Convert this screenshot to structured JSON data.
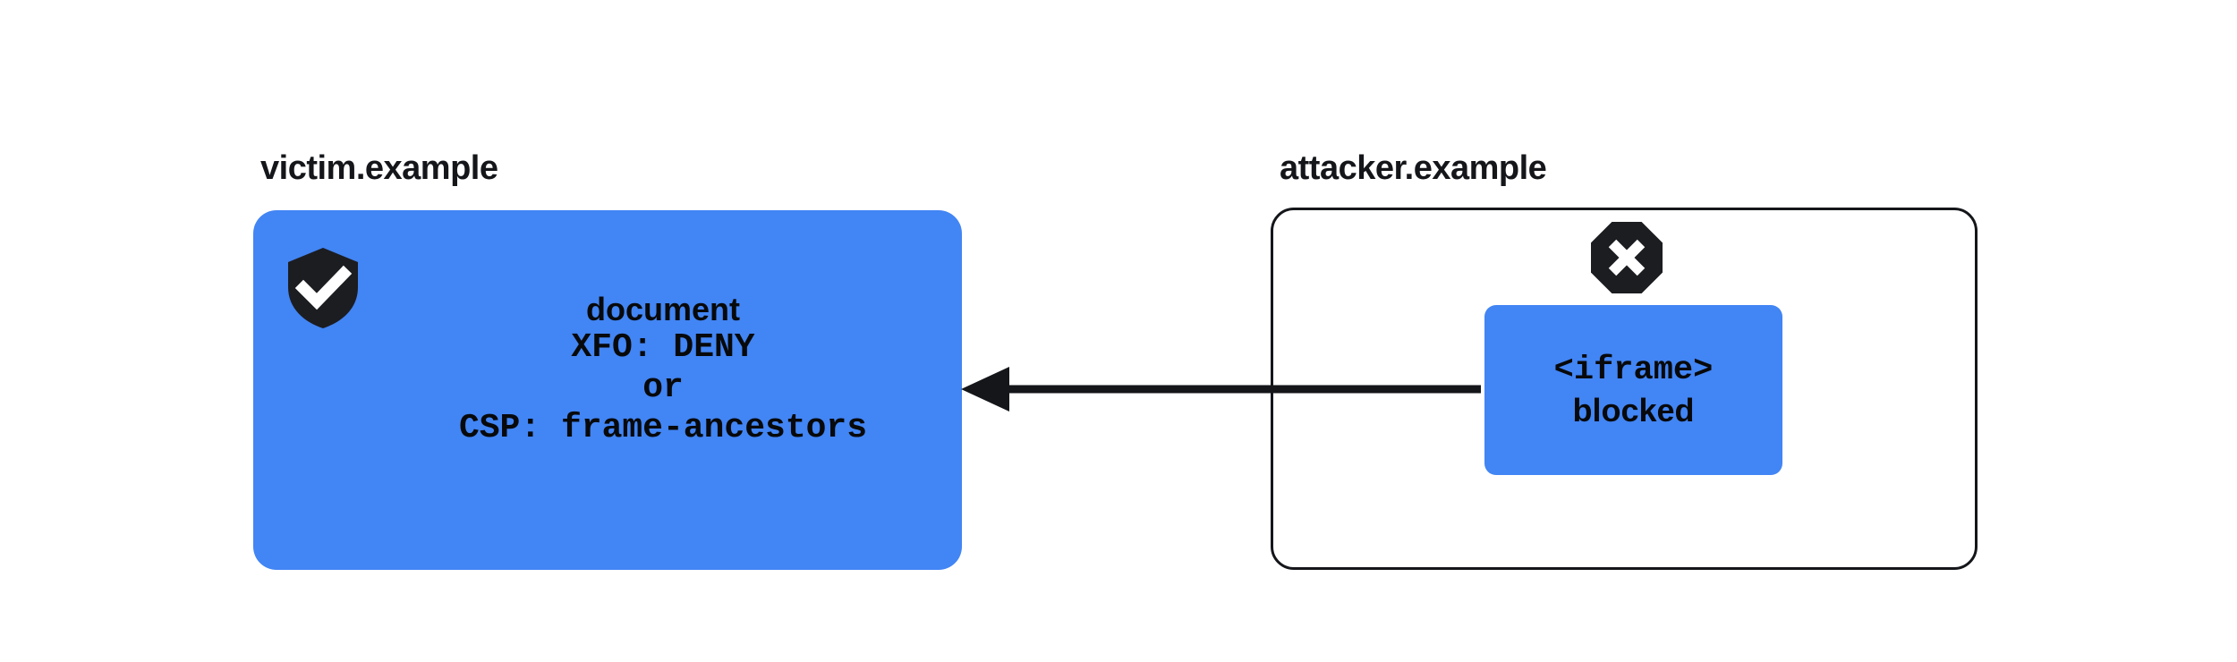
{
  "diagram": {
    "title": "Framing protection: victim.example blocks attacker.example iframe",
    "background_color": "#ffffff",
    "accent_color": "#4285f4",
    "ink_color": "#14161a"
  },
  "victim": {
    "origin_label": "victim.example",
    "icon": "shield-check-icon",
    "panel_color": "#4285f4",
    "lines": [
      {
        "text": "document",
        "style": "sans"
      },
      {
        "text": "XFO: DENY",
        "style": "mono"
      },
      {
        "text": "or",
        "style": "mono"
      },
      {
        "text": "CSP: frame-ancestors",
        "style": "mono"
      }
    ]
  },
  "attacker": {
    "origin_label": "attacker.example",
    "icon": "x-octagon-icon",
    "panel_border_color": "#14161a",
    "iframe_box": {
      "color": "#4285f4",
      "lines": [
        {
          "text": "<iframe>",
          "style": "mono"
        },
        {
          "text": "blocked",
          "style": "sans"
        }
      ]
    }
  },
  "arrow": {
    "name": "blocked-frame-request-arrow",
    "direction": "right-to-left",
    "color": "#14161a",
    "from": "attacker.example <iframe>",
    "to": "victim.example document"
  }
}
